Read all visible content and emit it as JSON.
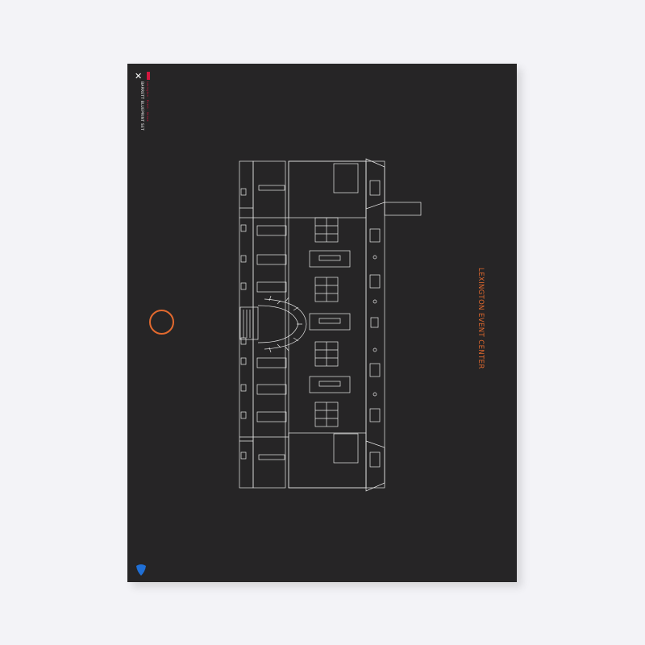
{
  "poster": {
    "title": "LEXINGTON EVENT CENTER",
    "brand_mark": "✕",
    "brand_name": "BARRETT BLUEPRINT SET",
    "brand_sub": "Lexington · Event · Venue"
  },
  "colors": {
    "poster_background": "#262526",
    "page_background": "#f3f3f7",
    "line_art": "#e8e8e8",
    "title_accent": "#e2692e",
    "brand_red": "#d4173f",
    "pick_blue": "#1f6fd6"
  },
  "icons": {
    "brand": "x-mark-icon",
    "ring": "orange-ring-icon",
    "pick": "blue-guitar-pick-icon"
  }
}
